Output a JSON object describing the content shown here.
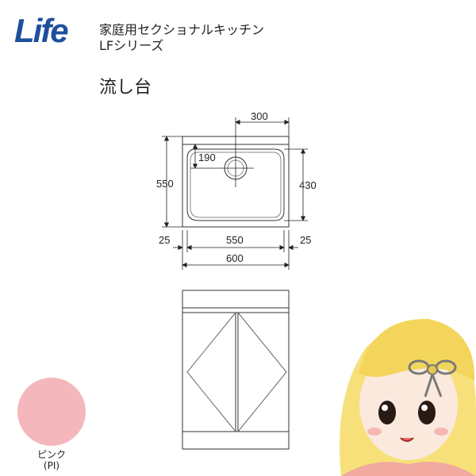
{
  "brand": {
    "logo_text": "Life",
    "logo_color": "#1d4f9c"
  },
  "header": {
    "line1": "家庭用セクショナルキッチン",
    "line2": "LFシリーズ",
    "product_name": "流し台"
  },
  "plan_view": {
    "dim_bowl_offset": "300",
    "dim_drain_from_top": "190",
    "dim_depth_total": "550",
    "dim_bowl_depth": "430",
    "dim_side_left": "25",
    "dim_bowl_width": "550",
    "dim_side_right": "25",
    "dim_width_total": "600"
  },
  "color_swatch": {
    "name": "ピンク",
    "code": "(PI)",
    "hex": "#f4b7bb"
  },
  "mascot": {
    "icon": "mascot-girl-icon"
  }
}
